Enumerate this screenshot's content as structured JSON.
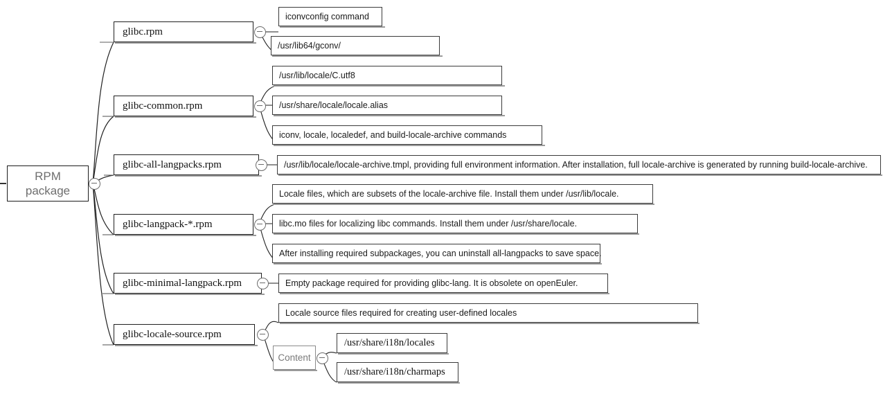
{
  "diagram": {
    "title": "RPM package mind map",
    "type": "mindmap",
    "colors": {
      "background": "#ffffff",
      "node_border": "#2b2b2b",
      "root_text": "#6e6e6e",
      "leaf_text": "#1a1a1a",
      "shadow": "#9a9a9a",
      "toggle": "#6a6a6a"
    }
  },
  "root": {
    "line1": "RPM",
    "line2": "package",
    "collapse_icon": "minus-circle-icon",
    "handle_icon": "collapse-dash-icon"
  },
  "branches": [
    {
      "label": "glibc.rpm",
      "collapse_icon": "minus-circle-icon",
      "children": [
        {
          "label": "iconvconfig command"
        },
        {
          "label": "/usr/lib64/gconv/"
        }
      ]
    },
    {
      "label": "glibc-common.rpm",
      "collapse_icon": "minus-circle-icon",
      "children": [
        {
          "label": "/usr/lib/locale/C.utf8"
        },
        {
          "label": "/usr/share/locale/locale.alias"
        },
        {
          "label": "iconv, locale, localedef, and build-locale-archive  commands"
        }
      ]
    },
    {
      "label": "glibc-all-langpacks.rpm",
      "collapse_icon": "minus-circle-icon",
      "children": [
        {
          "label": "/usr/lib/locale/locale-archive.tmpl, providing full environment information. After installation, full locale-archive is generated by running build-locale-archive."
        }
      ]
    },
    {
      "label": "glibc-langpack-*.rpm",
      "collapse_icon": "minus-circle-icon",
      "children": [
        {
          "label": "Locale files, which are subsets of the locale-archive file. Install them under /usr/lib/locale."
        },
        {
          "label": "libc.mo files for localizing libc commands. Install them under /usr/share/locale."
        },
        {
          "label": "After installing required subpackages, you can uninstall all-langpacks to save space."
        }
      ]
    },
    {
      "label": "glibc-minimal-langpack.rpm",
      "collapse_icon": "minus-circle-icon",
      "children": [
        {
          "label": "Empty package required for providing glibc-lang. It is obsolete on openEuler."
        }
      ]
    },
    {
      "label": "glibc-locale-source.rpm",
      "collapse_icon": "minus-circle-icon",
      "children": [
        {
          "label": "Locale source files required for creating user-defined locales"
        },
        {
          "label": "Content",
          "collapse_icon": "minus-circle-icon",
          "children": [
            {
              "label": "/usr/share/i18n/locales"
            },
            {
              "label": "/usr/share/i18n/charmaps"
            }
          ]
        }
      ]
    }
  ]
}
